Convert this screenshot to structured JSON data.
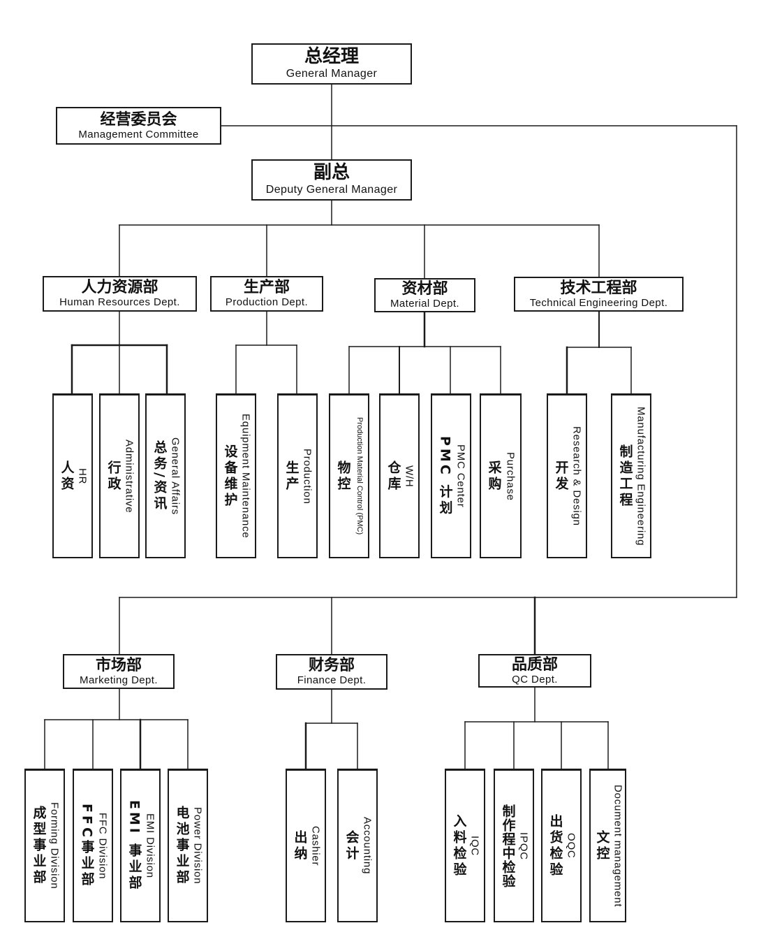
{
  "colors": {
    "line": "#1a1a1a",
    "box_fill": "#ffffff"
  },
  "top": {
    "general_manager": {
      "zh": "总经理",
      "en": "General Manager"
    },
    "management_committee": {
      "zh": "经营委员会",
      "en": "Management Committee"
    },
    "deputy_general_manager": {
      "zh": "副总",
      "en": "Deputy General Manager"
    }
  },
  "departments": {
    "hr": {
      "zh": "人力资源部",
      "en": "Human Resources Dept."
    },
    "production": {
      "zh": "生产部",
      "en": "Production Dept."
    },
    "material": {
      "zh": "资材部",
      "en": "Material Dept."
    },
    "technical": {
      "zh": "技术工程部",
      "en": "Technical Engineering Dept."
    },
    "marketing": {
      "zh": "市场部",
      "en": "Marketing Dept."
    },
    "finance": {
      "zh": "财务部",
      "en": "Finance Dept."
    },
    "qc": {
      "zh": "品质部",
      "en": "QC Dept."
    }
  },
  "units": {
    "hr": [
      {
        "zh": "人资",
        "en": "HR"
      },
      {
        "zh": "行政",
        "en": "Administrative"
      },
      {
        "zh": "总务/资讯",
        "en": "General Affairs"
      }
    ],
    "production": [
      {
        "zh": "设备维护",
        "en": "Equipment Maintenance"
      },
      {
        "zh": "生产",
        "en": "Production"
      }
    ],
    "material": [
      {
        "zh": "物控",
        "en": "Production Material Control (PMC)"
      },
      {
        "zh": "仓库",
        "en": "W/H"
      },
      {
        "zh": "PMC 计划",
        "en": "PMC Center"
      },
      {
        "zh": "采购",
        "en": "Purchase"
      }
    ],
    "technical": [
      {
        "zh": "开发",
        "en": "Research & Design"
      },
      {
        "zh": "制造工程",
        "en": "Manufacturing Engineering"
      }
    ],
    "marketing": [
      {
        "zh": "成型事业部",
        "en": "Forming Division"
      },
      {
        "zh": "FFC事业部",
        "en": "FFC Division"
      },
      {
        "zh": "EMI 事业部",
        "en": "EMI Division"
      },
      {
        "zh": "电池事业部",
        "en": "Power Division"
      }
    ],
    "finance": [
      {
        "zh": "出纳",
        "en": "Cashier"
      },
      {
        "zh": "会计",
        "en": "Accounting"
      }
    ],
    "qc": [
      {
        "zh": "入料检验",
        "en": "IQC"
      },
      {
        "zh": "制作程中检验",
        "en": "IPQC"
      },
      {
        "zh": "出货检验",
        "en": "OQC"
      },
      {
        "zh": "文控",
        "en": "Document management"
      }
    ]
  }
}
